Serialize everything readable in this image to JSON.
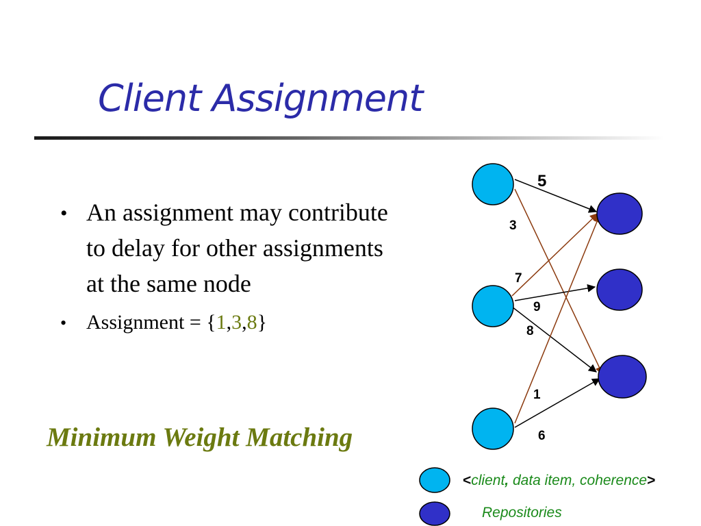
{
  "slide": {
    "title": "Client Assignment",
    "bullets": {
      "first": "An assignment may contribute to delay for other assignments at the same node",
      "second_prefix": "Assignment = {",
      "second_v1": "1",
      "second_sep1": ",",
      "second_v2": "3",
      "second_sep2": ",",
      "second_v3": "8",
      "second_suffix": "}"
    },
    "subtitle": "Minimum Weight Matching"
  },
  "diagram": {
    "edge_labels": {
      "e5": "5",
      "e3": "3",
      "e7": "7",
      "e9": "9",
      "e8": "8",
      "e1": "1",
      "e6": "6"
    },
    "edges": [
      {
        "from": "client-1",
        "to": "repository-1",
        "weight": "5"
      },
      {
        "from": "client-1",
        "to": "repository-3",
        "weight": "3"
      },
      {
        "from": "client-2",
        "to": "repository-1",
        "weight": "7"
      },
      {
        "from": "client-2",
        "to": "repository-2",
        "weight": "9"
      },
      {
        "from": "client-2",
        "to": "repository-3",
        "weight": "8"
      },
      {
        "from": "client-3",
        "to": "repository-1",
        "weight": "1"
      },
      {
        "from": "client-3",
        "to": "repository-3",
        "weight": "6"
      }
    ],
    "colors": {
      "client_fill": "#00b4f0",
      "repository_fill": "#3030c8",
      "default_edge": "#000000",
      "assigned_edge": "#8b3a0e"
    }
  },
  "legend": {
    "client_open": "<",
    "client_word": "client",
    "client_comma": ",",
    "client_rest": " data item, coherence",
    "client_close": ">",
    "repositories": "Repositories"
  }
}
